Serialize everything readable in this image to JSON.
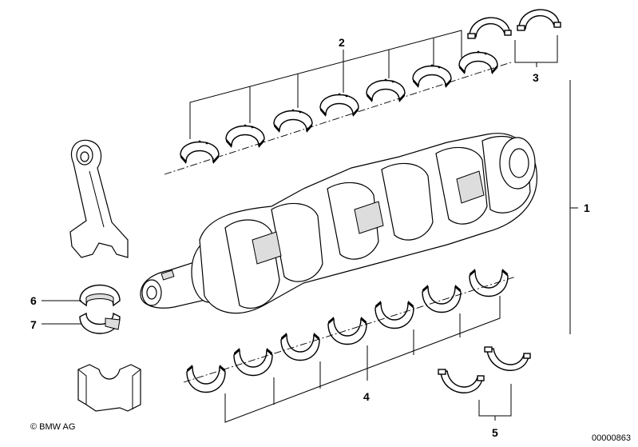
{
  "callouts": {
    "c1": "1",
    "c2": "2",
    "c3": "3",
    "c4": "4",
    "c5": "5",
    "c6": "6",
    "c7": "7"
  },
  "footer": {
    "copyright": "© BMW AG",
    "diagram_number": "00000863"
  }
}
